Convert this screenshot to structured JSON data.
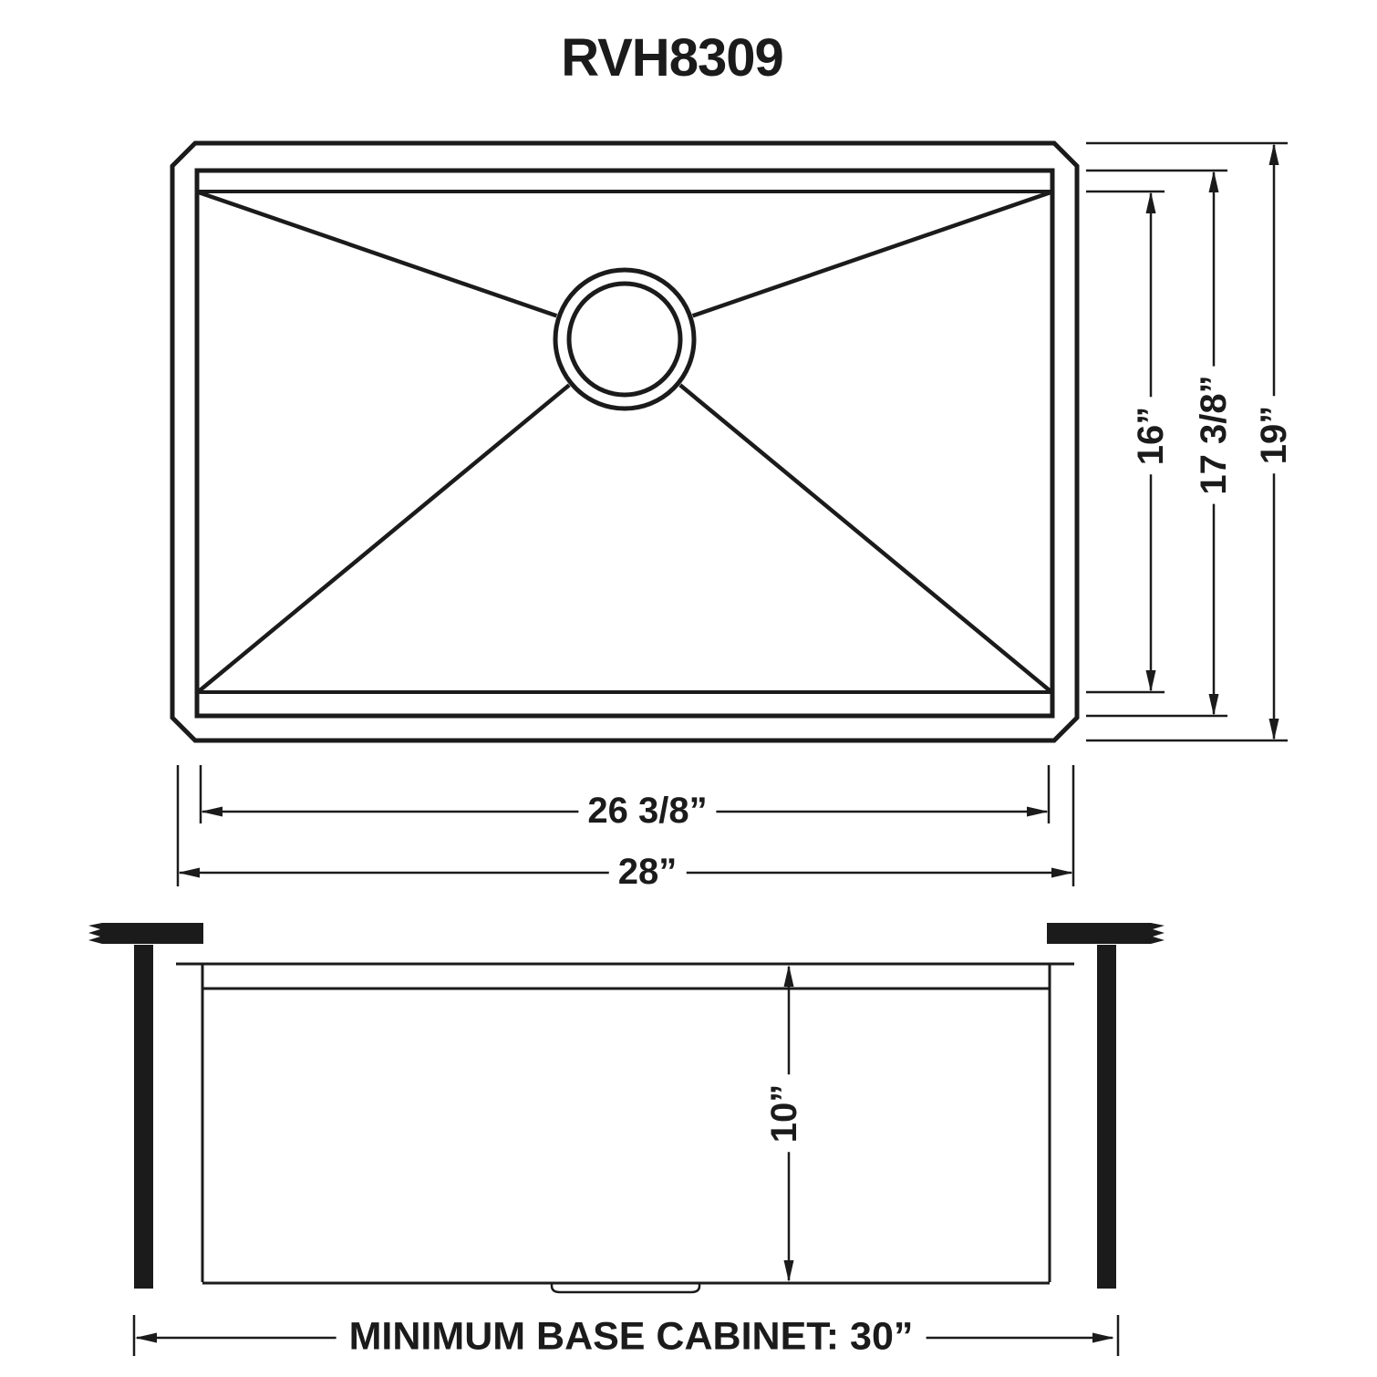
{
  "title": "RVH8309",
  "top_view": {
    "dim_basin_front_back": "16”",
    "dim_inner_front_back": "17 3/8”",
    "dim_outer_front_back": "19”",
    "dim_inner_width": "26 3/8”",
    "dim_outer_width": "28”"
  },
  "side_view": {
    "dim_bowl_depth": "10”",
    "cabinet_note": "MINIMUM BASE CABINET: 30”"
  },
  "colors": {
    "line": "#1b1b1b",
    "background": "#ffffff"
  }
}
